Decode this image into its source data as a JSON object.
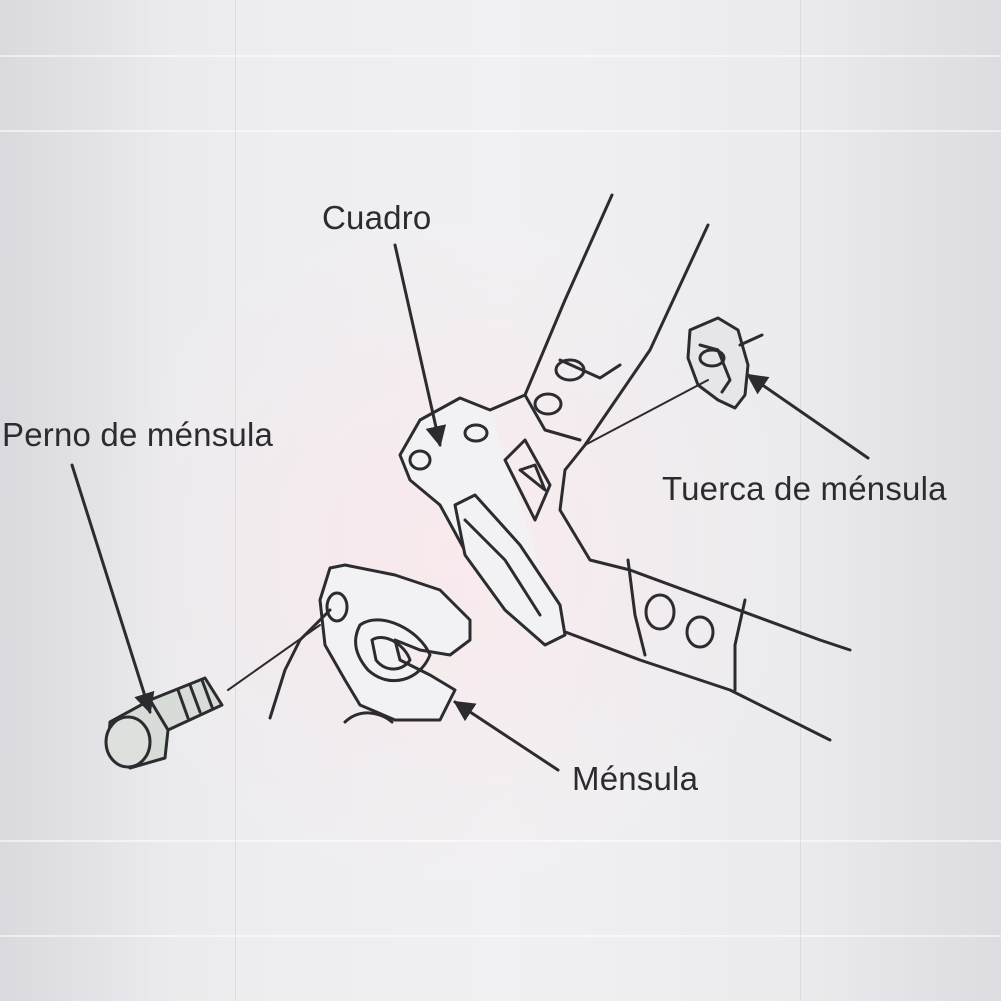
{
  "labels": {
    "cuadro": "Cuadro",
    "perno": "Perno de ménsula",
    "tuerca": "Tuerca de ménsula",
    "mensula": "Ménsula"
  },
  "colors": {
    "ink": "#2c2c30",
    "paper": "#ececef",
    "part_fill": "#f2f2f4",
    "bolt_fill": "#d8dcd8"
  }
}
